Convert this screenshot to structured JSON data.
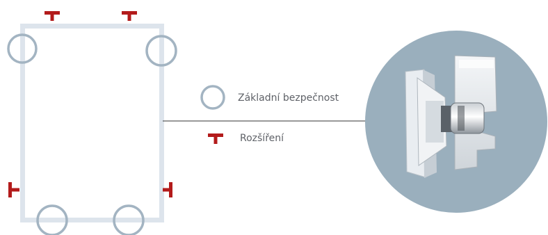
{
  "legend": {
    "basic_security_label": "Základní bezpečnost",
    "extension_label": "Rozšíření"
  },
  "colors": {
    "frame": "#dde4ec",
    "hinge_circle": "#a3b4c2",
    "extension_mark": "#b31b1b",
    "legend_text": "#5e6167",
    "connector_line": "#333333",
    "detail_background": "#9aafbd"
  },
  "icons": {
    "basic_security": "ring-icon",
    "extension": "t-mark-icon",
    "detail": "hardware-detail-illustration"
  }
}
